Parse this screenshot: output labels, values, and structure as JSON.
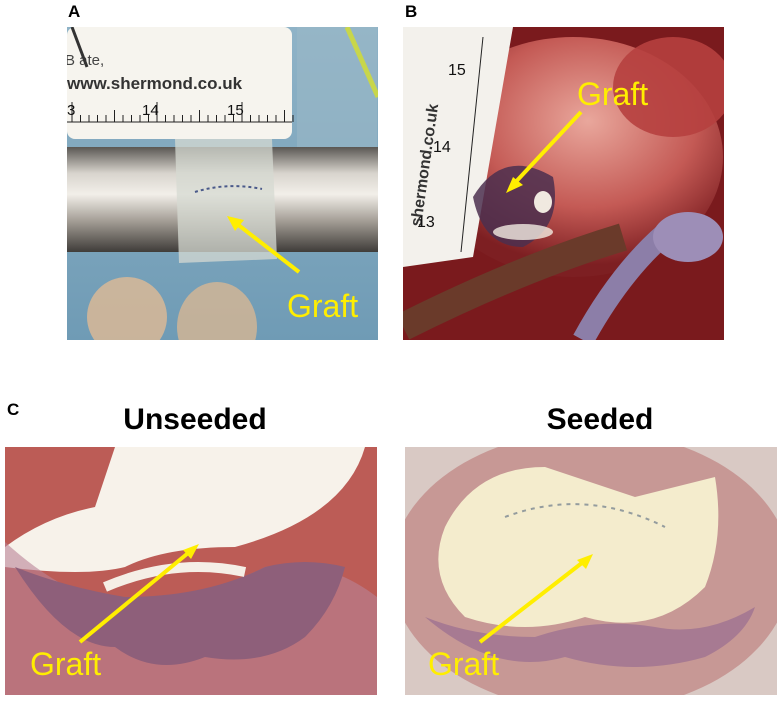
{
  "panels": {
    "a": {
      "letter": "A",
      "ruler_text_line1": "B ate,",
      "ruler_text_line2": "www.shermond.co.uk",
      "ruler_numbers": [
        "3",
        "14",
        "15"
      ],
      "graft_label": "Graft"
    },
    "b": {
      "letter": "B",
      "ruler_text": "shermond.co.uk",
      "ruler_numbers": [
        "15",
        "14",
        "13"
      ],
      "graft_label": "Graft"
    },
    "c": {
      "letter": "C",
      "left_title": "Unseeded",
      "right_title": "Seeded",
      "left_graft_label": "Graft",
      "right_graft_label": "Graft"
    }
  },
  "colors": {
    "arrow": "#ffee00",
    "tissue": "#c96a6a",
    "dish": "#c7665f"
  }
}
